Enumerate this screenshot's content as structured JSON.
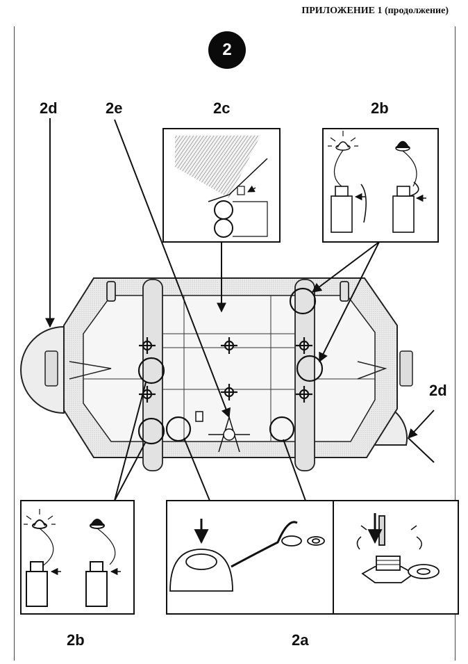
{
  "header": {
    "title": "ПРИЛОЖЕНИЕ 1 (продолжение)"
  },
  "figure": {
    "number": "2"
  },
  "labels": {
    "top_2d": "2d",
    "top_2e": "2e",
    "top_2c": "2c",
    "top_2b": "2b",
    "right_2d": "2d",
    "bottom_2b": "2b",
    "bottom_2a": "2a"
  },
  "icons": [
    "light-beacon-on-icon",
    "light-beacon-off-icon",
    "battery-icon",
    "valve-cap-icon",
    "valve-threaded-icon"
  ]
}
